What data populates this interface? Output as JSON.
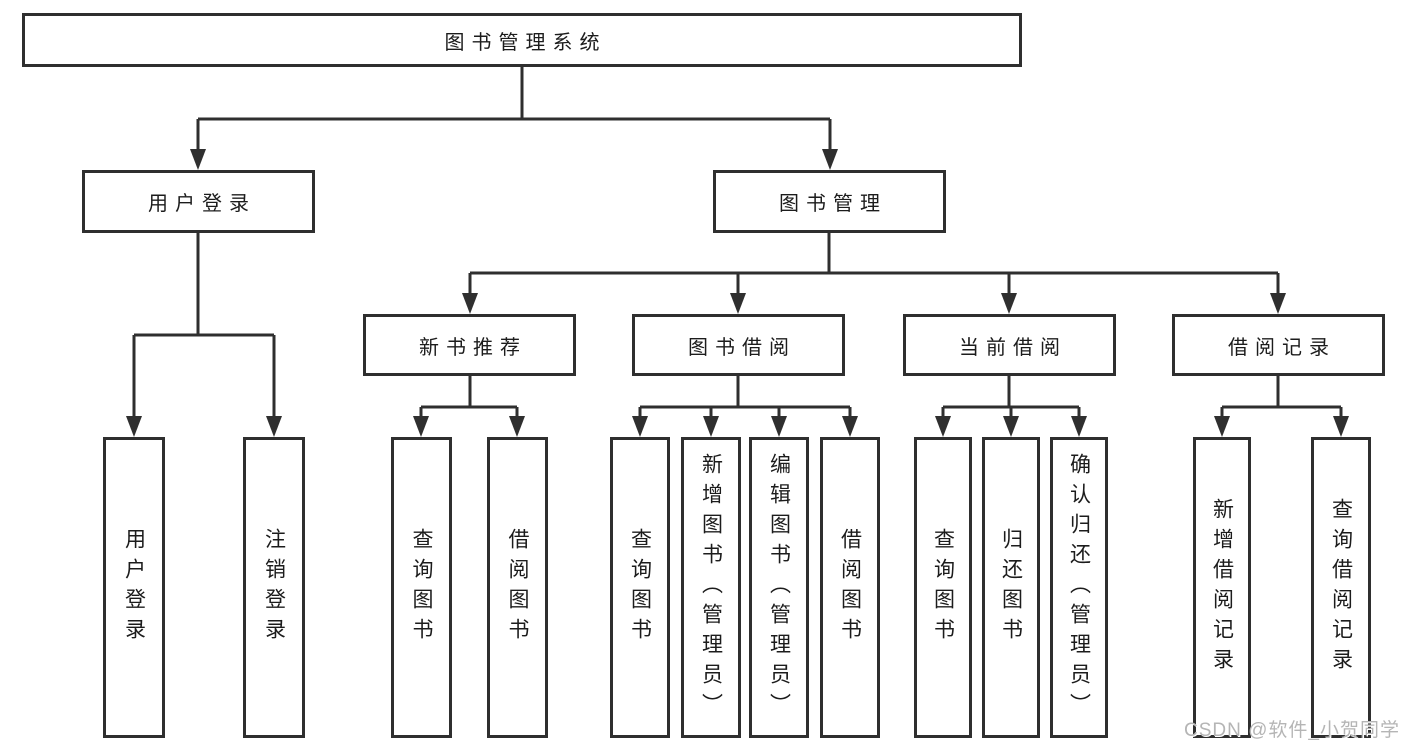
{
  "colors": {
    "line": "#2f2f2f",
    "box_border": "#2f2f2f",
    "box_background": "#ffffff",
    "text": "#1c1c1c",
    "watermark": "#b5b5b5"
  },
  "watermark": {
    "text": "CSDN @软件_小贺同学"
  },
  "tree": {
    "root": {
      "label": "图书管理系统",
      "children": [
        {
          "label": "用户登录",
          "children": [
            {
              "label": "用户登录"
            },
            {
              "label": "注销登录"
            }
          ]
        },
        {
          "label": "图书管理",
          "children": [
            {
              "label": "新书推荐",
              "children": [
                {
                  "label": "查询图书"
                },
                {
                  "label": "借阅图书"
                }
              ]
            },
            {
              "label": "图书借阅",
              "children": [
                {
                  "label": "查询图书"
                },
                {
                  "label": "新增图书（管理员）"
                },
                {
                  "label": "编辑图书（管理员）"
                },
                {
                  "label": "借阅图书"
                }
              ]
            },
            {
              "label": "当前借阅",
              "children": [
                {
                  "label": "查询图书"
                },
                {
                  "label": "归还图书"
                },
                {
                  "label": "确认归还（管理员）"
                }
              ]
            },
            {
              "label": "借阅记录",
              "children": [
                {
                  "label": "新增借阅记录"
                },
                {
                  "label": "查询借阅记录"
                }
              ]
            }
          ]
        }
      ]
    }
  }
}
